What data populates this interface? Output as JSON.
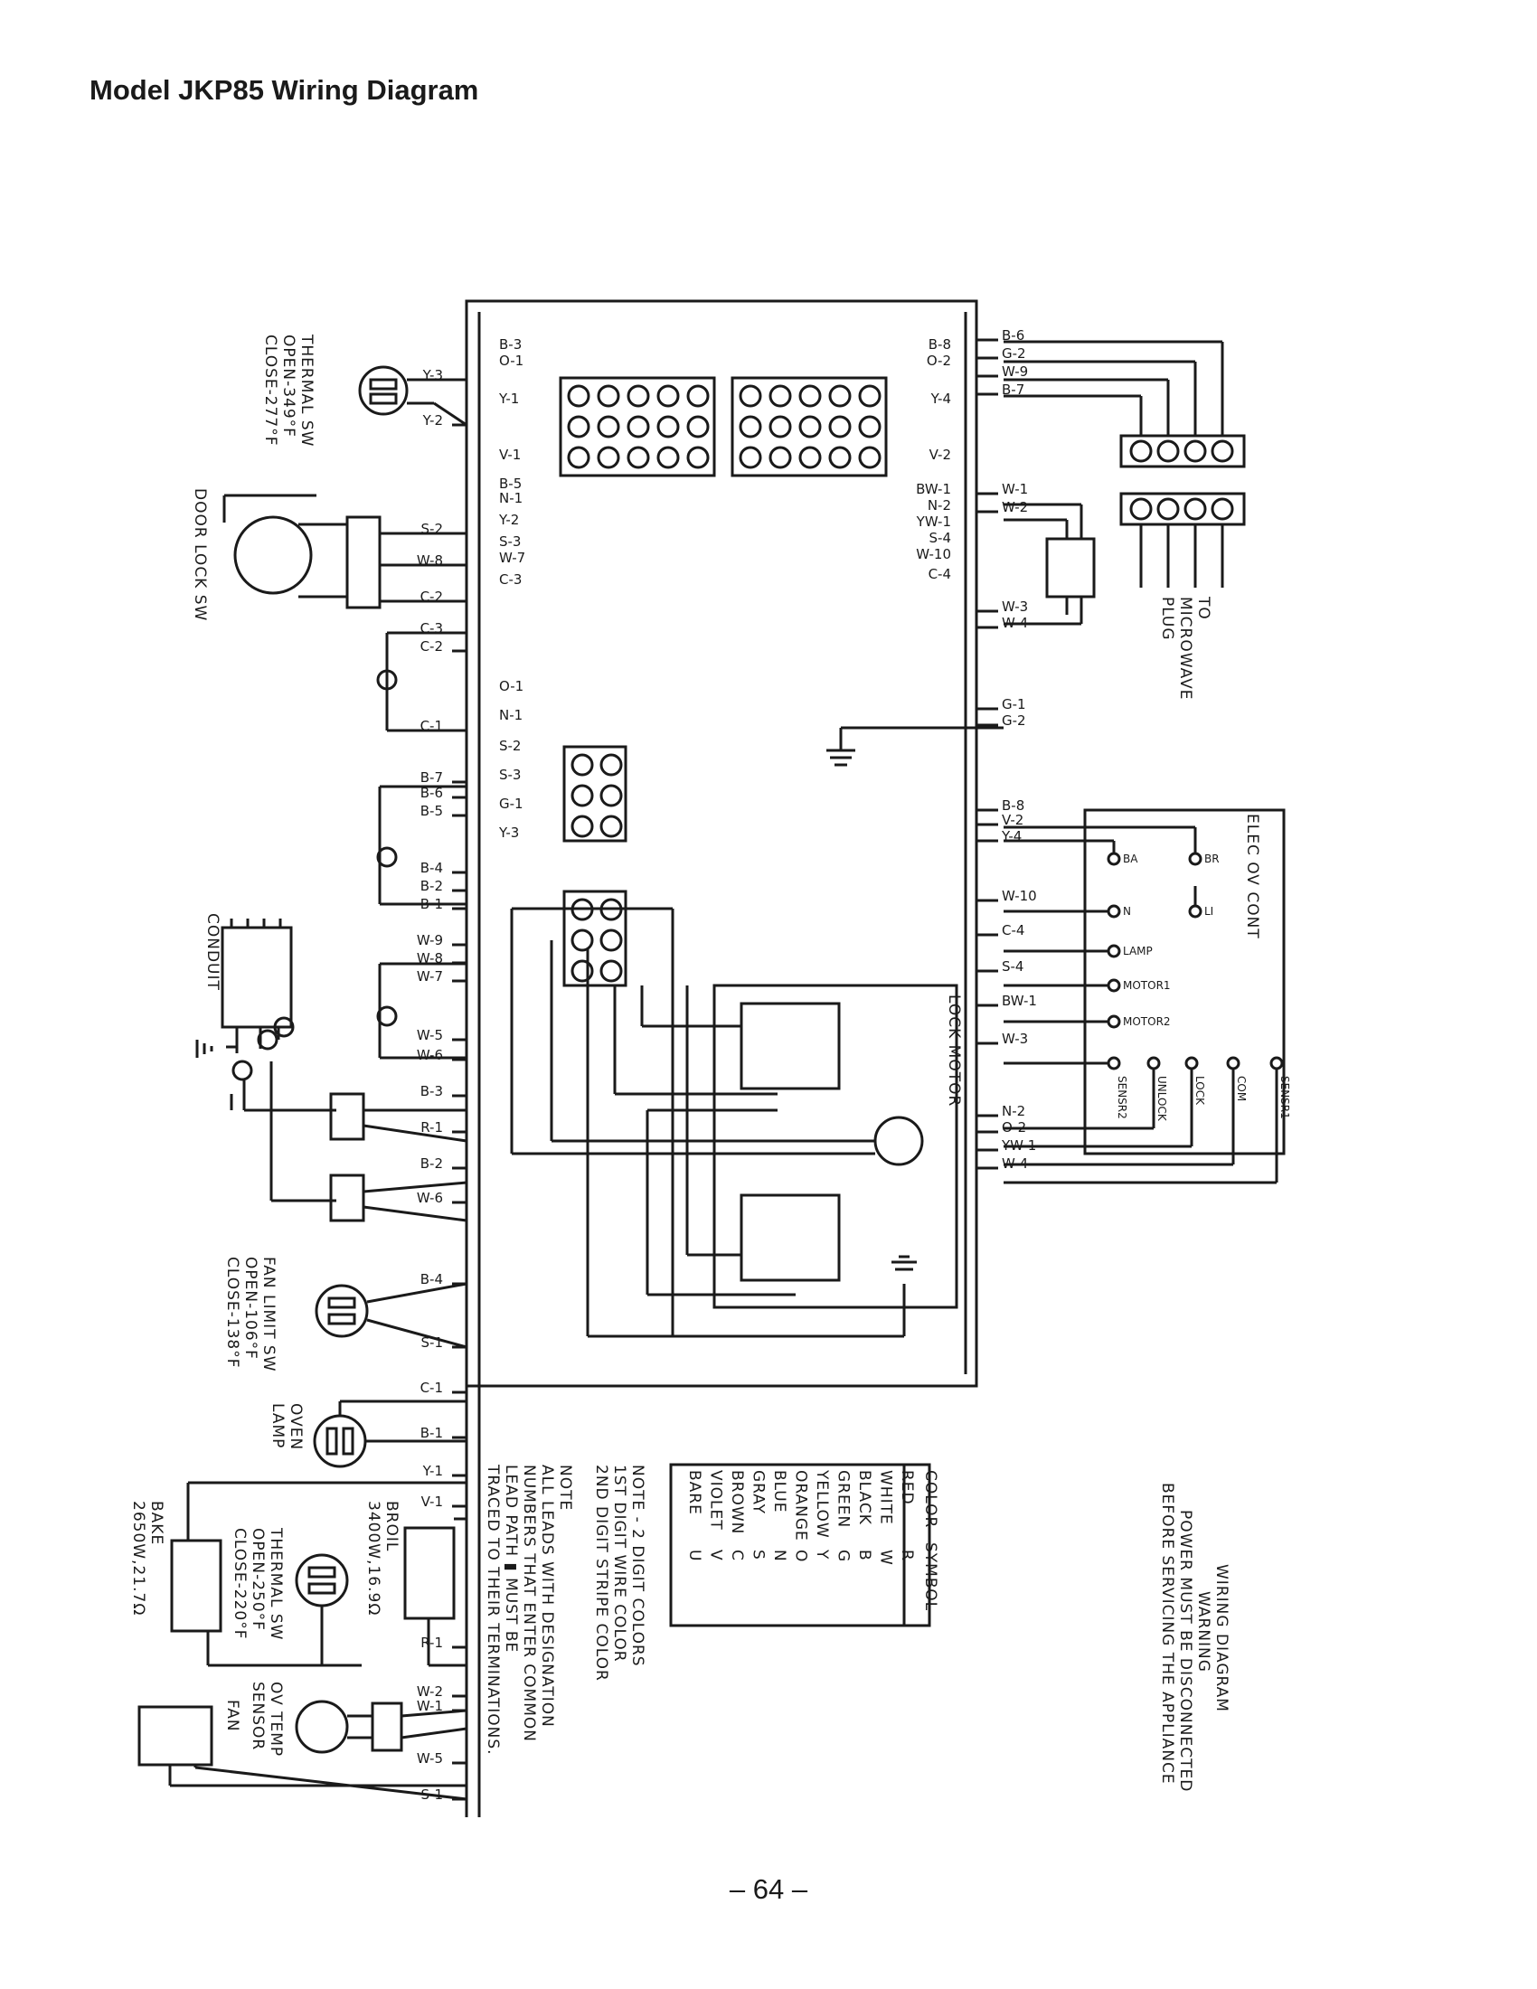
{
  "page": {
    "title": "Model JKP85 Wiring Diagram",
    "page_number": "– 64 –"
  },
  "left_bus_wires": [
    "Y-3",
    "Y-2",
    "S-2",
    "W-8",
    "C-2",
    "C-3",
    "C-2",
    "C-1",
    "B-7",
    "B-6",
    "B-5",
    "B-4",
    "B-2",
    "B-1",
    "W-9",
    "W-8",
    "W-7",
    "W-5",
    "W-6",
    "B-3",
    "R-1",
    "B-2",
    "W-6",
    "B-4",
    "S-1",
    "C-1",
    "B-1",
    "Y-1",
    "V-1",
    "R-1",
    "W-2",
    "W-1",
    "W-5",
    "S-1"
  ],
  "conn_a_wires": [
    "B-3",
    "O-1",
    "Y-1",
    "V-1",
    "B-5",
    "N-1",
    "Y-2",
    "S-3",
    "W-7",
    "C-3"
  ],
  "conn_b_wires": [
    "B-8",
    "O-2",
    "Y-4",
    "V-2",
    "BW-1",
    "N-2",
    "YW-1",
    "S-4",
    "W-10",
    "C-4"
  ],
  "conn_c_wires": [
    "O-1",
    "N-1",
    "S-2",
    "S-3",
    "G-1",
    "Y-3"
  ],
  "right_bus_wires": [
    "B-6",
    "G-2",
    "W-9",
    "B-7",
    "W-1",
    "W-2",
    "W-3",
    "W-4",
    "G-1",
    "G-2",
    "B-8",
    "V-2",
    "Y-4",
    "W-10",
    "C-4",
    "S-4",
    "BW-1",
    "W-3",
    "N-2",
    "O-2",
    "YW-1",
    "W-4"
  ],
  "components": {
    "thermal_sw_top": [
      "THERMAL SW",
      "OPEN-349°F",
      "CLOSE-277°F"
    ],
    "door_lock_sw": "DOOR LOCK SW",
    "conduit": "CONDUIT",
    "fan_limit_sw": [
      "FAN LIMIT SW",
      "OPEN-106°F",
      "CLOSE-138°F"
    ],
    "oven_lamp": [
      "OVEN",
      "LAMP"
    ],
    "broil": [
      "BROIL",
      "3400W,16.9Ω"
    ],
    "thermal_sw_bottom": [
      "THERMAL SW",
      "OPEN-250°F",
      "CLOSE-220°F"
    ],
    "bake": [
      "BAKE",
      "2650W,21.7Ω"
    ],
    "ov_temp_sensor": [
      "OV TEMP",
      "SENSOR"
    ],
    "fan": "FAN",
    "lock_motor": "LOCK MOTOR",
    "microwave_plug": [
      "TO",
      "MICROWAVE",
      "PLUG"
    ],
    "elec_ov_cont": "ELEC OV CONT",
    "control_terminals": [
      "BA",
      "BR",
      "N",
      "LI",
      "LAMP",
      "MOTOR1",
      "MOTOR2",
      "SENSR2",
      "UNLOCK",
      "LOCK",
      "COM",
      "SENSR1"
    ]
  },
  "color_table": {
    "headers": [
      "COLOR",
      "SYMBOL"
    ],
    "rows": [
      [
        "RED",
        "R"
      ],
      [
        "WHITE",
        "W"
      ],
      [
        "BLACK",
        "B"
      ],
      [
        "GREEN",
        "G"
      ],
      [
        "YELLOW",
        "Y"
      ],
      [
        "ORANGE",
        "O"
      ],
      [
        "BLUE",
        "N"
      ],
      [
        "GRAY",
        "S"
      ],
      [
        "BROWN",
        "C"
      ],
      [
        "VIOLET",
        "V"
      ],
      [
        "BARE",
        "U"
      ]
    ]
  },
  "notes": {
    "digit_note": [
      "NOTE - 2 DIGIT COLORS",
      "1ST DIGIT WIRE COLOR",
      "2ND DIGIT STRIPE COLOR"
    ],
    "lead_note": [
      "NOTE",
      "ALL LEADS WITH DESIGNATION",
      "NUMBERS THAT ENTER COMMON",
      "LEAD PATH ▮ MUST BE",
      "TRACED TO THEIR TERMINATIONS."
    ],
    "warning": [
      "WIRING DIAGRAM",
      "WARNING",
      "POWER MUST BE DISCONNECTED",
      "BEFORE SERVICING THE APPLIANCE"
    ]
  },
  "colors": {
    "ink": "#1a1a1a",
    "paper": "#ffffff"
  }
}
